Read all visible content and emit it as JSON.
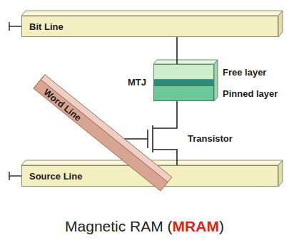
{
  "diagram": {
    "caption": "Magnetic RAM (MRAM)",
    "nodes": [
      {
        "text": [
          "Bit Line"
        ]
      },
      {
        "text": [
          "MTJ"
        ]
      },
      {
        "text": [
          "Free layer"
        ],
        "in": 1
      },
      {
        "text": [
          "Pinned layer"
        ],
        "in": 1
      },
      {
        "text": [
          "Transistor"
        ]
      },
      {
        "text": [
          "Source Line"
        ]
      }
    ],
    "edges": [
      {
        "from": 0,
        "to": 1,
        "arrow": "none"
      },
      {
        "from": 1,
        "to": 4,
        "arrow": "none"
      },
      {
        "from": 4,
        "to": 5,
        "arrow": "none"
      }
    ],
    "labels": [
      "Word Line"
    ]
  }
}
